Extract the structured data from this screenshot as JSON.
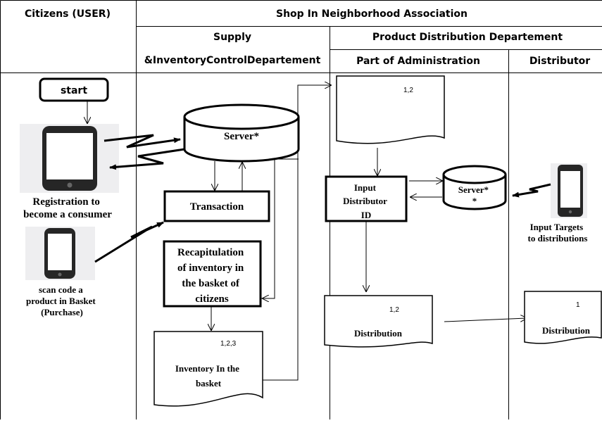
{
  "headers": {
    "citizens": "Citizens (USER)",
    "association": "Shop In Neighborhood Association",
    "supply_line1": "Supply",
    "supply_line2": "&InventoryControlDepartement",
    "product_distribution": "Product Distribution Departement",
    "administration": "Part of Administration",
    "distributor": "Distributor"
  },
  "nodes": {
    "start": "start",
    "server1": "Server*",
    "registration": [
      "Registration to",
      "become a consumer"
    ],
    "transaction": "Transaction",
    "scan": [
      "scan code a",
      "product in Basket",
      "(Purchase)"
    ],
    "recap": [
      "Recapitulation",
      "of inventory in",
      "the basket of",
      "citizens"
    ],
    "doc_top_num": "1,2",
    "input_distributor": [
      "Input",
      "Distributor",
      "ID"
    ],
    "server2": [
      "Server*",
      "*"
    ],
    "input_targets": [
      "Input Targets",
      "to distributions"
    ],
    "inventory_num": "1,2,3",
    "inventory": [
      "Inventory In the",
      "basket"
    ],
    "distribution_admin_num": "1,2",
    "distribution_admin": "Distribution",
    "distribution_dist_num": "1",
    "distribution_dist": "Distribution"
  }
}
